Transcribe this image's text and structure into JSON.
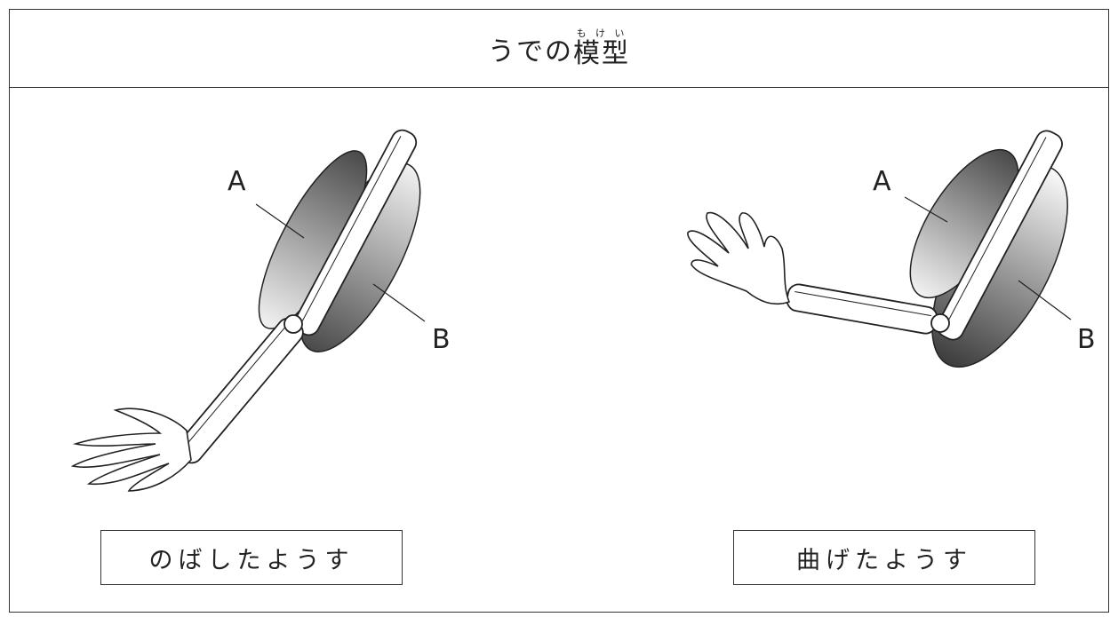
{
  "header": {
    "title_prefix": "うでの",
    "title_kanji": "模型",
    "title_ruby": "もけい"
  },
  "diagrams": {
    "extended": {
      "label_a": "A",
      "label_b": "B",
      "caption": "のばしたようす"
    },
    "bent": {
      "label_a": "A",
      "label_b": "B",
      "caption": "曲げたようす"
    }
  },
  "colors": {
    "border": "#333333",
    "muscle_light": "#e6e6e6",
    "muscle_dark": "#5a5a5a",
    "line": "#222222"
  }
}
